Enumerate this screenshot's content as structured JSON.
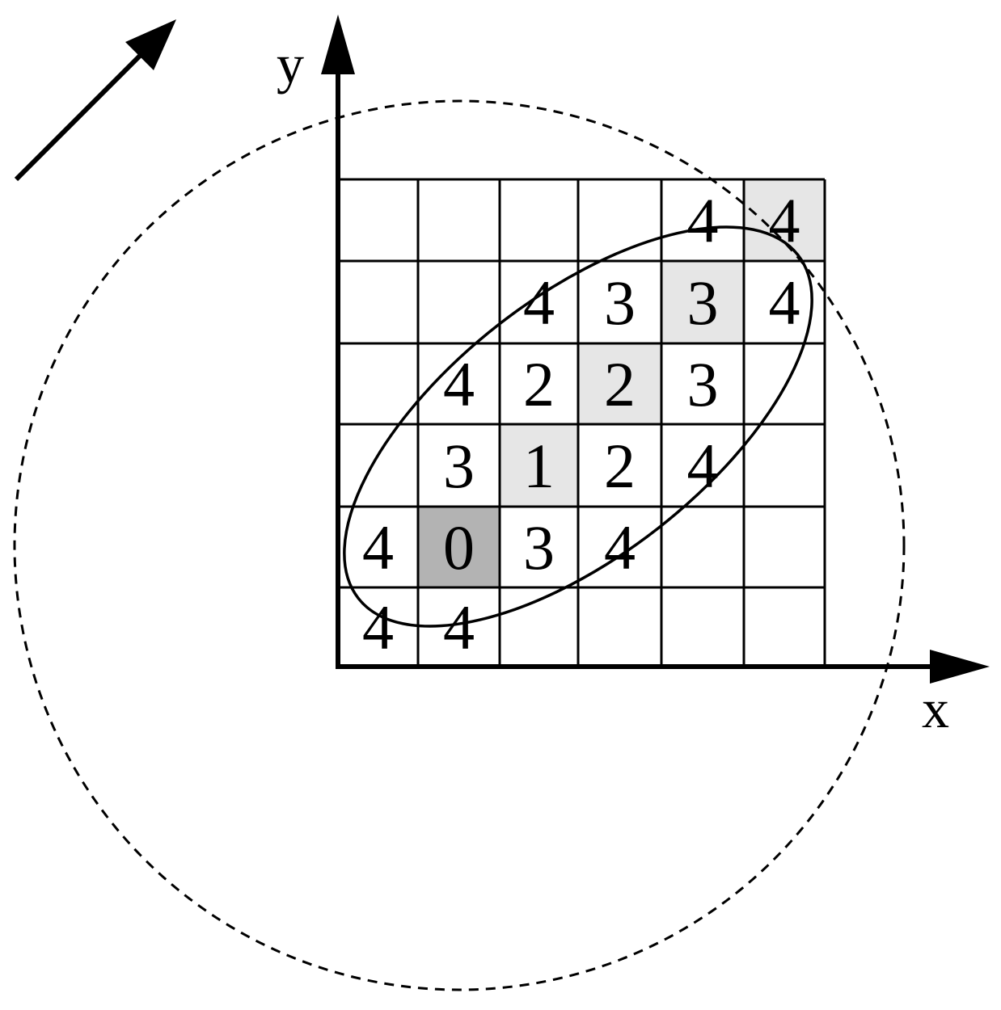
{
  "axes": {
    "x_label": "x",
    "y_label": "y"
  },
  "grid": {
    "cols": 6,
    "rows": 6,
    "cells": [
      {
        "col": 4,
        "row": 0,
        "value": "4",
        "shade": "none"
      },
      {
        "col": 5,
        "row": 0,
        "value": "4",
        "shade": "light"
      },
      {
        "col": 2,
        "row": 1,
        "value": "4",
        "shade": "none"
      },
      {
        "col": 3,
        "row": 1,
        "value": "3",
        "shade": "none"
      },
      {
        "col": 4,
        "row": 1,
        "value": "3",
        "shade": "light"
      },
      {
        "col": 5,
        "row": 1,
        "value": "4",
        "shade": "none"
      },
      {
        "col": 1,
        "row": 2,
        "value": "4",
        "shade": "none"
      },
      {
        "col": 2,
        "row": 2,
        "value": "2",
        "shade": "none"
      },
      {
        "col": 3,
        "row": 2,
        "value": "2",
        "shade": "light"
      },
      {
        "col": 4,
        "row": 2,
        "value": "3",
        "shade": "none"
      },
      {
        "col": 1,
        "row": 3,
        "value": "3",
        "shade": "none"
      },
      {
        "col": 2,
        "row": 3,
        "value": "1",
        "shade": "light"
      },
      {
        "col": 3,
        "row": 3,
        "value": "2",
        "shade": "none"
      },
      {
        "col": 4,
        "row": 3,
        "value": "4",
        "shade": "none"
      },
      {
        "col": 0,
        "row": 4,
        "value": "4",
        "shade": "none"
      },
      {
        "col": 1,
        "row": 4,
        "value": "0",
        "shade": "dark"
      },
      {
        "col": 2,
        "row": 4,
        "value": "3",
        "shade": "none"
      },
      {
        "col": 3,
        "row": 4,
        "value": "4",
        "shade": "none"
      },
      {
        "col": 0,
        "row": 5,
        "value": "4",
        "shade": "none"
      },
      {
        "col": 1,
        "row": 5,
        "value": "4",
        "shade": "none"
      }
    ]
  },
  "colors": {
    "light_shade": "#e6e6e6",
    "dark_shade": "#b3b3b3",
    "line": "#000000",
    "background": "#ffffff"
  },
  "icons": {
    "direction": "arrow-up-right-icon"
  }
}
